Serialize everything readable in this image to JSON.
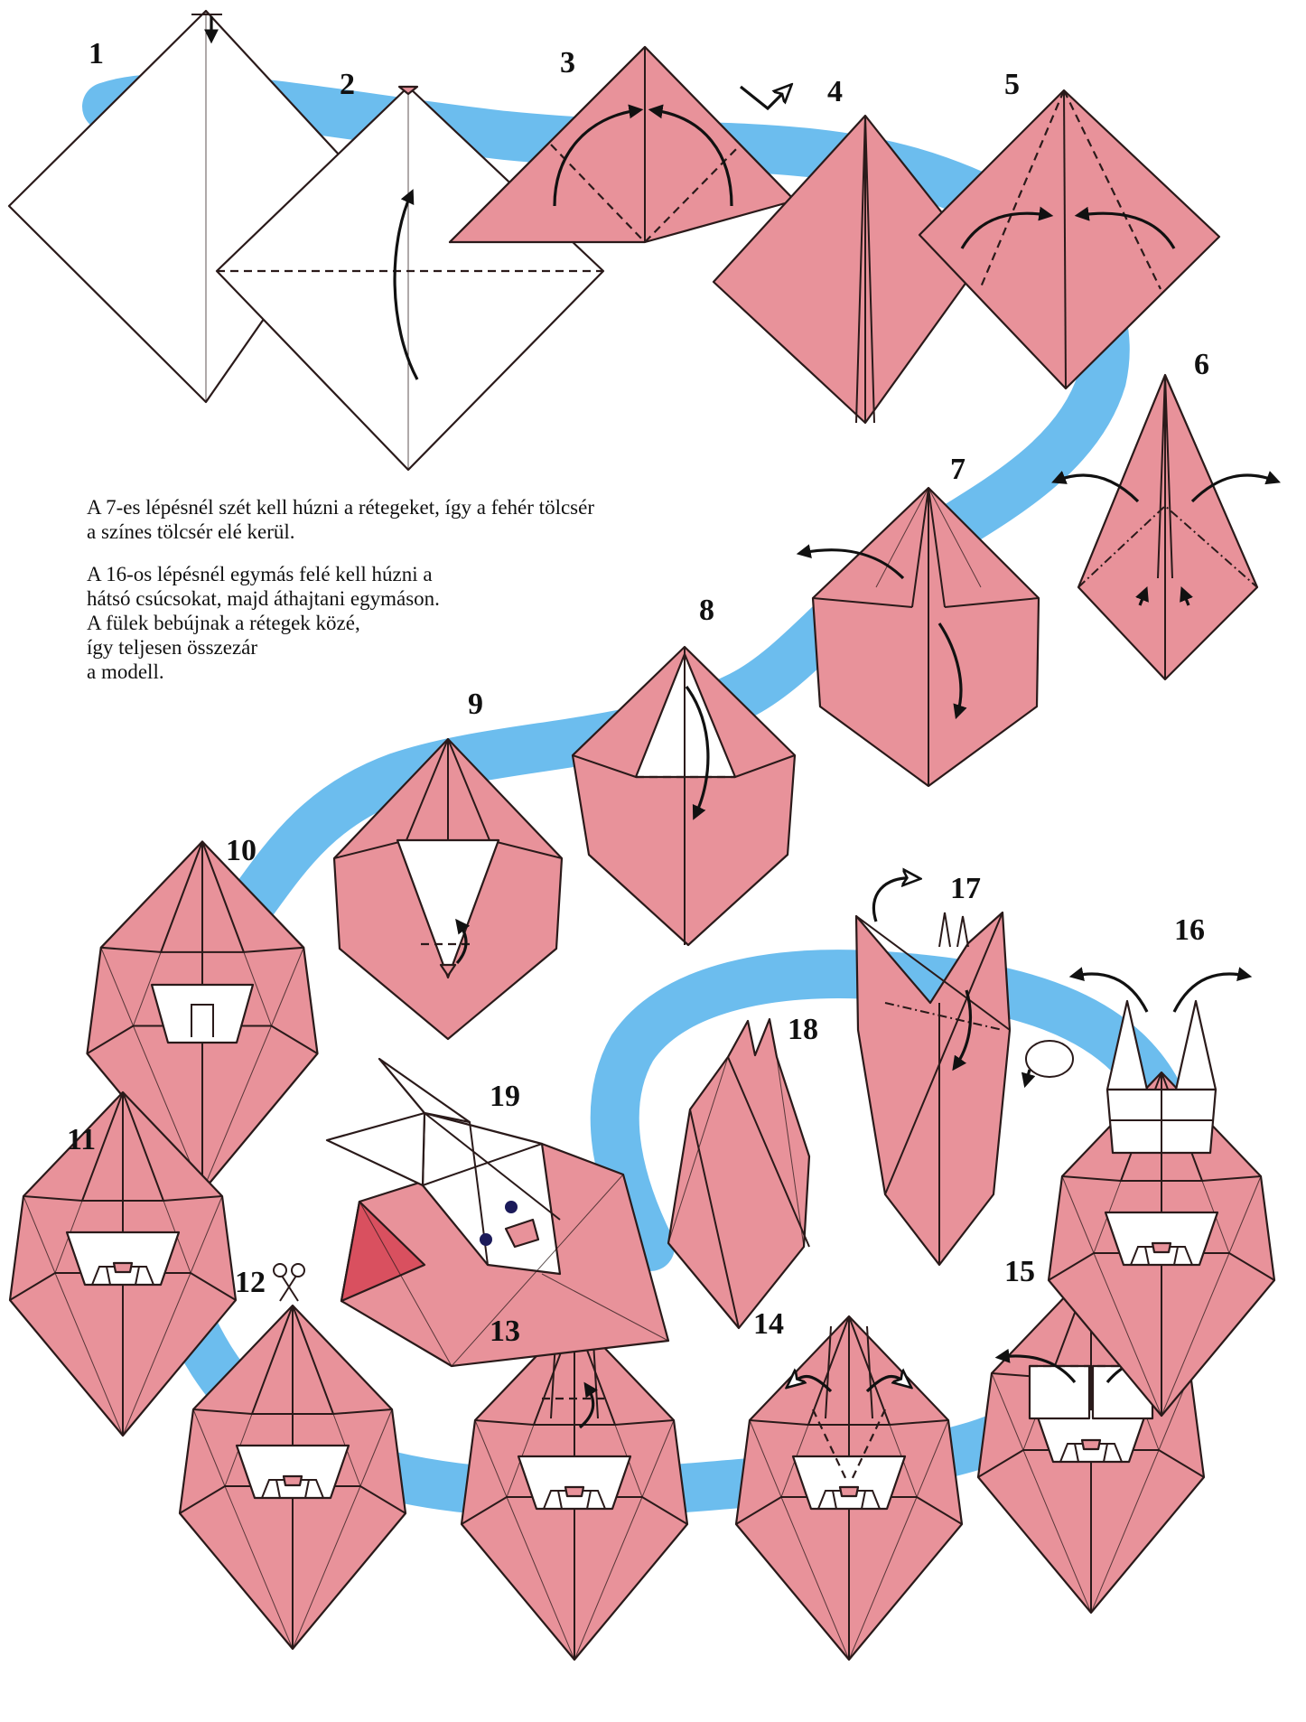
{
  "header_text": "",
  "notes": [
    "A 7-es lépésnél szét kell húzni a rétegeket, így a fehér tölcsér",
    "a színes tölcsér elé kerül.",
    "A 16-os lépésnél egymás felé kell húzni a",
    "hátsó csúcsokat, majd áthajtani egymáson.",
    "A fülek bebújnak a rétegek közé,",
    "így teljesen összezár",
    "a modell."
  ],
  "step_numbers": [
    "1",
    "2",
    "3",
    "4",
    "5",
    "6",
    "7",
    "8",
    "9",
    "10",
    "11",
    "12",
    "13",
    "14",
    "15",
    "16",
    "17",
    "18",
    "19"
  ],
  "colors": {
    "paper_colored": "#e8929a",
    "paper_dark": "#d9505f",
    "paper_white": "#ffffff",
    "path_band": "#6cbdee",
    "outline": "#2a1a1a"
  },
  "icons": [
    "scissors-icon",
    "turn-over-icon",
    "push-arrow-icon",
    "fold-arrow-icon"
  ]
}
